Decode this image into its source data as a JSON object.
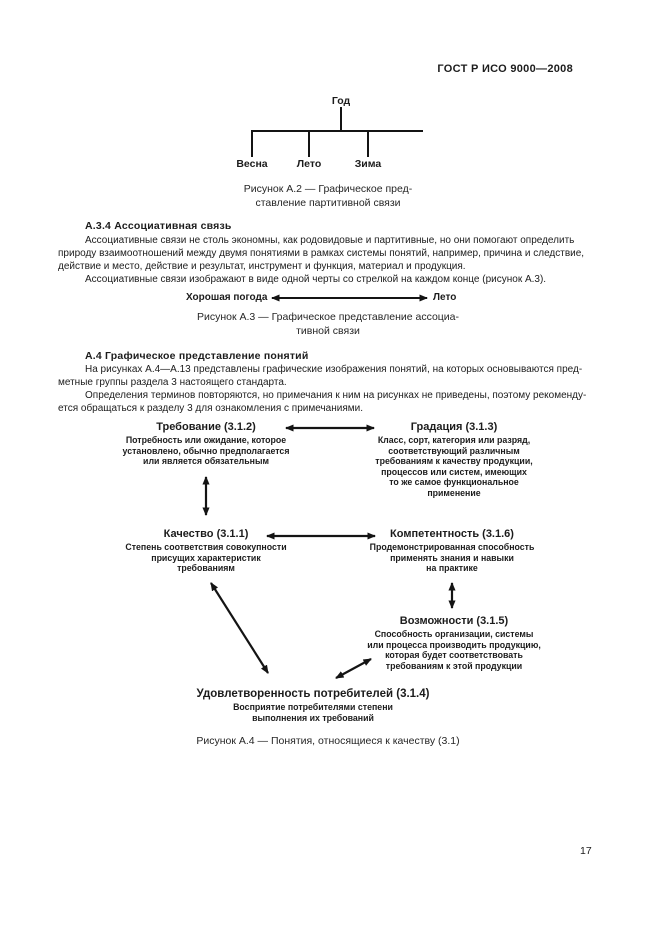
{
  "header": {
    "doc_number": "ГОСТ Р ИСО 9000—2008"
  },
  "figure_a2": {
    "root_label": "Год",
    "child_labels": [
      "Весна",
      "Лето",
      "Зима"
    ],
    "caption_lines": [
      "Рисунок А.2 — Графическое пред-",
      "ставление партитивной связи"
    ]
  },
  "section_a3_4": {
    "heading": "А.3.4 Ассоциативная связь",
    "para1_lines": [
      "Ассоциативные связи не столь экономны, как родовидовые и партитивные, но они помогают определить",
      "природу взаимоотношений между двумя понятиями в рамках системы понятий, например, причина и следствие,",
      "действие и место, действие и результат, инструмент и функция, материал и продукция."
    ],
    "para2": "Ассоциативные связи изображают в виде одной черты со стрелкой на каждом конце (рисунок А.3)."
  },
  "figure_a3": {
    "left_label": "Хорошая погода",
    "right_label": "Лето",
    "caption_lines": [
      "Рисунок А.3 — Графическое представление ассоциа-",
      "тивной связи"
    ]
  },
  "section_a4": {
    "heading": "А.4  Графическое представление понятий",
    "para1_lines": [
      "На рисунках А.4—А.13 представлены графические изображения понятий, на которых основываются пред-",
      "метные группы раздела 3 настоящего стандарта."
    ],
    "para2_lines": [
      "Определения терминов повторяются, но примечания к ним на рисунках не приведены, поэтому рекоменду-",
      "ется обращаться к разделу 3 для ознакомления с примечаниями."
    ]
  },
  "figure_a4": {
    "caption": "Рисунок А.4 — Понятия, относящиеся к качеству (3.1)",
    "nodes": {
      "trebovanie": {
        "title": "Требование (3.1.2)",
        "desc_lines": [
          "Потребность или ожидание, которое",
          "установлено, обычно предполагается",
          "или является обязательным"
        ]
      },
      "gradacija": {
        "title": "Градация (3.1.3)",
        "desc_lines": [
          "Класс, сорт, категория или разряд,",
          "соответствующий различным",
          "требованиям к качеству продукции,",
          "процессов или систем, имеющих",
          "то же самое функциональное",
          "применение"
        ]
      },
      "kachestvo": {
        "title": "Качество (3.1.1)",
        "desc_lines": [
          "Степень соответствия совокупности",
          "присущих характеристик",
          "требованиям"
        ]
      },
      "kompetentnost": {
        "title": "Компетентность (3.1.6)",
        "desc_lines": [
          "Продемонстрированная способность",
          "применять знания и навыки",
          "на практике"
        ]
      },
      "vozmozhnosti": {
        "title": "Возможности (3.1.5)",
        "desc_lines": [
          "Способность организации, системы",
          "или процесса производить продукцию,",
          "которая будет соответствовать",
          "требованиям к этой продукции"
        ]
      },
      "udovletvorennost": {
        "title": "Удовлетворенность потребителей (3.1.4)",
        "desc_lines": [
          "Восприятие потребителями степени",
          "выполнения их требований"
        ]
      }
    }
  },
  "footer": {
    "page_number": "17"
  }
}
